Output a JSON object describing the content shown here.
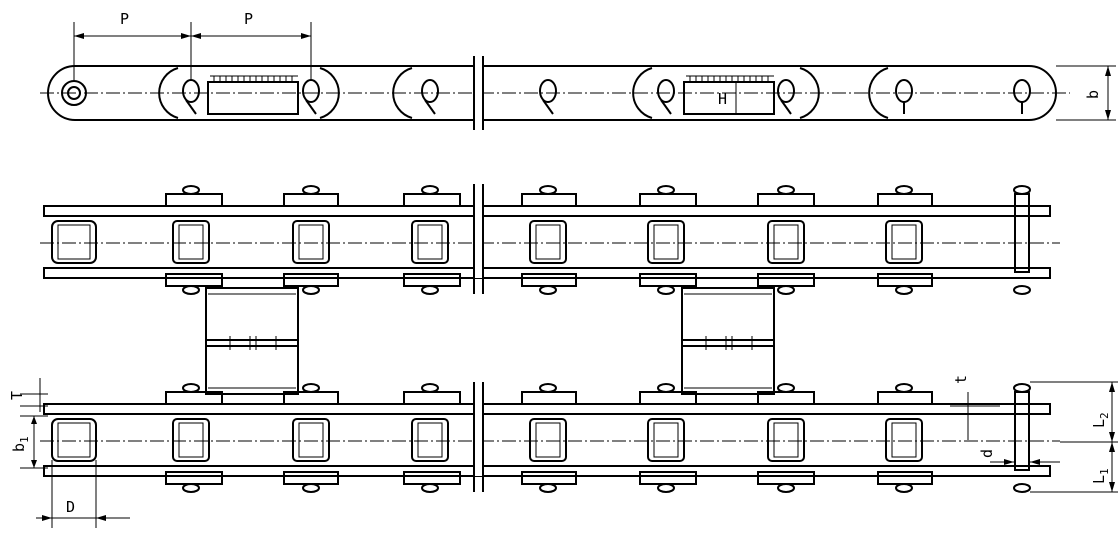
{
  "labels": {
    "pitch_1": "P",
    "pitch_2": "P",
    "plate_height": "b",
    "attachment_height": "H",
    "attachment_thickness": "T",
    "inner_width": "b",
    "inner_width_sub": "1",
    "roller_dia": "D",
    "plate_thickness": "t",
    "pin_dia": "d",
    "pin_len_2": "L",
    "pin_len_2_sub": "2",
    "pin_len_1": "L",
    "pin_len_1_sub": "1"
  },
  "colors": {
    "ink": "#000000",
    "paper": "#ffffff"
  }
}
